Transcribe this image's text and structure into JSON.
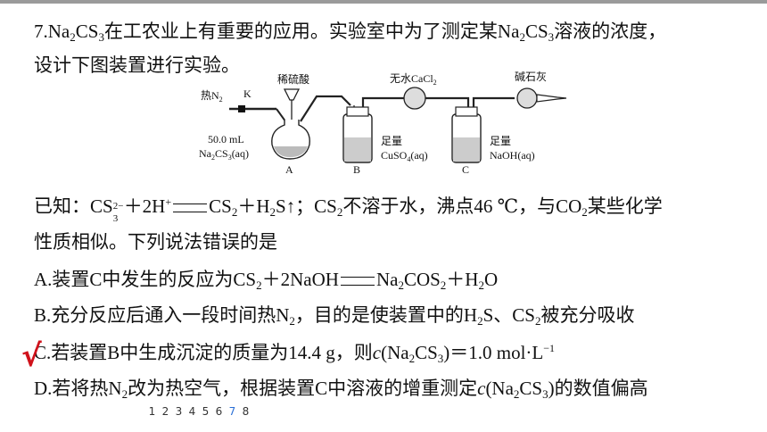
{
  "question": {
    "line1": {
      "prefix": "7.Na",
      "s1": "2",
      "m1": "CS",
      "s2": "3",
      "m2": "在工农业上有重要的应用。实验室中为了测定某Na",
      "s3": "2",
      "m3": "CS",
      "s4": "3",
      "m4": "溶液的浓度，"
    },
    "line2": "设计下图装置进行实验。"
  },
  "diagram": {
    "hot_n2": "热N",
    "hot_n2_sub": "2",
    "valve_k": "K",
    "acid": "稀硫酸",
    "cacl2": "无水CaCl",
    "cacl2_sub": "2",
    "soda_lime": "碱石灰",
    "vol": "50.0 mL",
    "sol_a": "Na",
    "sol_a_s1": "2",
    "sol_a_m": "CS",
    "sol_a_s2": "3",
    "sol_a_end": "(aq)",
    "label_a": "A",
    "label_b": "B",
    "label_c": "C",
    "zuliang_b": "足量",
    "cuso4": "CuSO",
    "cuso4_sub": "4",
    "cuso4_end": "(aq)",
    "zuliang_c": "足量",
    "naoh": "NaOH(aq)"
  },
  "known": {
    "l1a": "已知：CS",
    "l1_charge": "2−",
    "l1_sub": "3",
    "l1b": "＋2H",
    "l1_hplus": "+",
    "l1c": "CS",
    "l1_s2": "2",
    "l1d": "＋H",
    "l1_s3": "2",
    "l1e": "S↑；CS",
    "l1_s4": "2",
    "l1f": "不溶于水，沸点46 ℃，与CO",
    "l1_s5": "2",
    "l1g": "某些化学",
    "l2": "性质相似。下列说法错误的是"
  },
  "options": {
    "a": {
      "p1": "A.装置C中发生的反应为CS",
      "s1": "2",
      "p2": "＋2NaOH",
      "p3": "Na",
      "s2": "2",
      "p4": "COS",
      "s3": "2",
      "p5": "＋H",
      "s4": "2",
      "p6": "O"
    },
    "b": {
      "p1": "B.充分反应后通入一段时间热N",
      "s1": "2",
      "p2": "，目的是使装置中的H",
      "s2": "2",
      "p3": "S、CS",
      "s3": "2",
      "p4": "被充分吸收"
    },
    "c": {
      "p1": "C.若装置B中生成沉淀的质量为14.4 g，则",
      "p2": "c",
      "p3": "(Na",
      "s1": "2",
      "p4": "CS",
      "s2": "3",
      "p5": ")＝1.0 mol·L",
      "sup": "−1"
    },
    "d": {
      "p1": "D.若将热N",
      "s1": "2",
      "p2": "改为热空气，根据装置C中溶液的增重测定",
      "p3": "c",
      "p4": "(Na",
      "s2": "2",
      "p5": "CS",
      "s3": "3",
      "p6": ")的数值偏高"
    }
  },
  "answer_mark": "√",
  "pager": {
    "pages": [
      "1",
      "2",
      "3",
      "4",
      "5",
      "6",
      "7",
      "8"
    ],
    "current": "7"
  },
  "colors": {
    "check": "#d0121b",
    "pager_active": "#2a6fd6",
    "top_bar": "#9a9a9a"
  }
}
